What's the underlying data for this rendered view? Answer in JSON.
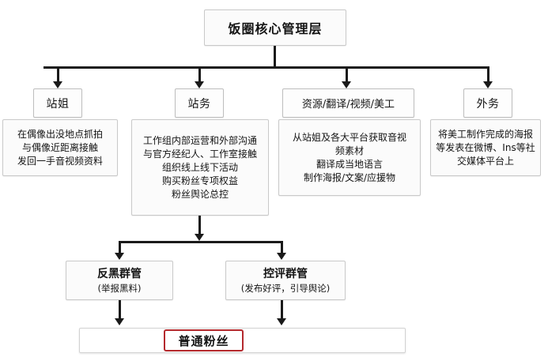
{
  "diagram": {
    "title_node": {
      "label": "饭圈核心管理层"
    },
    "columns": [
      {
        "header": "站姐",
        "lines": [
          "在偶像出没地点抓拍",
          "与偶像近距离接触",
          "发回一手音视频资料"
        ]
      },
      {
        "header": "站务",
        "lines": [
          "工作组内部运营和外部沟通",
          "与官方经纪人、工作室接触",
          "组织线上线下活动",
          "购买粉丝专项权益",
          "粉丝舆论总控"
        ]
      },
      {
        "header": "资源/翻译/视频/美工",
        "lines": [
          "从站姐及各大平台获取音视",
          "频素材",
          "翻译成当地语言",
          "制作海报/文案/应援物"
        ]
      },
      {
        "header": "外务",
        "lines": [
          "将美工制作完成的海报",
          "等发表在微博、Ins等社",
          "交媒体平台上"
        ]
      }
    ],
    "groups": [
      {
        "name": "反黑群管",
        "detail": "(举报黑料)"
      },
      {
        "name": "控评群管",
        "detail": "(发布好评，引导舆论)"
      }
    ],
    "fans": {
      "label": "普通粉丝"
    },
    "colors": {
      "line": "#1a1a1a",
      "box_border": "#c9c9c9",
      "box_fill": "#fbfbfb",
      "highlight_border": "#b4292d",
      "text": "#141414"
    }
  }
}
